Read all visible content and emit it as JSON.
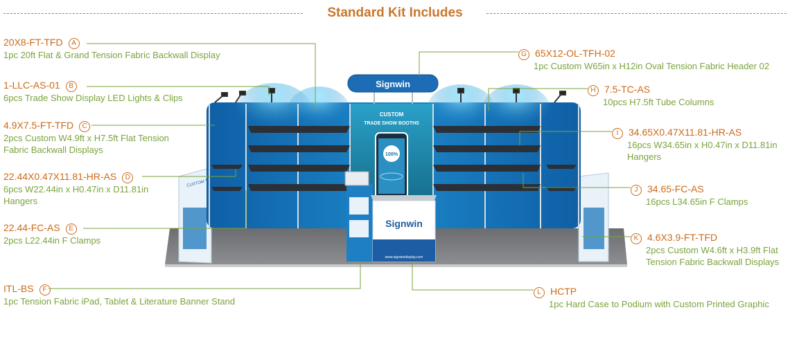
{
  "title": "Standard Kit Includes",
  "colors": {
    "accent": "#cc6a17",
    "desc": "#7aa33c",
    "line": "#7aa33c"
  },
  "callouts": [
    {
      "letter": "A",
      "code": "20X8-FT-TFD",
      "desc": "1pc 20ft Flat & Grand Tension Fabric Backwall Display"
    },
    {
      "letter": "B",
      "code": "1-LLC-AS-01",
      "desc": "6pcs Trade Show Display LED Lights & Clips"
    },
    {
      "letter": "C",
      "code": "4.9X7.5-FT-TFD",
      "desc": "2pcs Custom W4.9ft x H7.5ft Flat Tension Fabric Backwall Displays"
    },
    {
      "letter": "D",
      "code": "22.44X0.47X11.81-HR-AS",
      "desc": "6pcs W22.44in x H0.47in x D11.81in Hangers"
    },
    {
      "letter": "E",
      "code": "22.44-FC-AS",
      "desc": "2pcs L22.44in F Clamps"
    },
    {
      "letter": "F",
      "code": "ITL-BS",
      "desc": "1pc Tension Fabric iPad, Tablet & Literature Banner Stand"
    },
    {
      "letter": "G",
      "code": "65X12-OL-TFH-02",
      "desc": "1pc Custom W65in x H12in Oval Tension Fabric Header 02"
    },
    {
      "letter": "H",
      "code": "7.5-TC-AS",
      "desc": "10pcs H7.5ft Tube Columns"
    },
    {
      "letter": "I",
      "code": "34.65X0.47X11.81-HR-AS",
      "desc": "16pcs W34.65in x H0.47in x D11.81in Hangers"
    },
    {
      "letter": "J",
      "code": "34.65-FC-AS",
      "desc": "16pcs L34.65in F Clamps"
    },
    {
      "letter": "K",
      "code": "4.6X3.9-FT-TFD",
      "desc": "2pcs Custom W4.6ft x H3.9ft Flat Tension Fabric Backwall Displays"
    },
    {
      "letter": "L",
      "code": "HCTP",
      "desc": "1pc Hard Case to Podium with Custom Printed Graphic"
    }
  ],
  "booth": {
    "header_brand": "Signwin",
    "banner_line1": "CUSTOM",
    "banner_line2": "TRADE SHOW BOOTHS",
    "badge_text": "100%",
    "podium_brand": "Signwin",
    "podium_url": "www.signwindisplay.com",
    "side_text": "CUSTOM TRADE SHOW BOOTHS"
  }
}
